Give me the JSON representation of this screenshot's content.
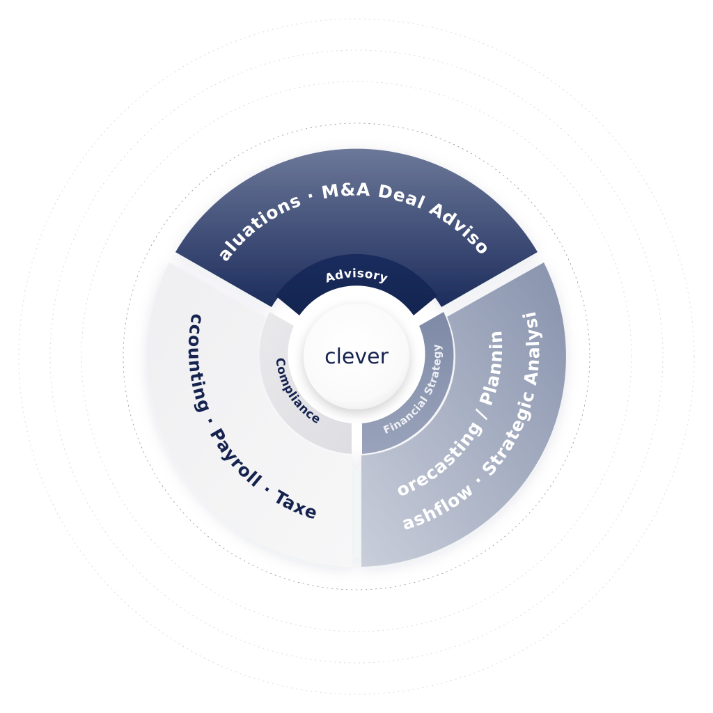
{
  "hub": {
    "label": "clever"
  },
  "outer_segments": [
    {
      "id": "advisory",
      "label": "Valuations · M&A Deal Advisory"
    },
    {
      "id": "strategy",
      "line1": "Forecasting / Planning",
      "line2": "Cashflow · Strategic Analysis"
    },
    {
      "id": "compliance",
      "label": "Accounting · Payroll · Taxes"
    }
  ],
  "inner_segments": [
    {
      "id": "advisory",
      "label": "Advisory"
    },
    {
      "id": "strategy",
      "label": "Financial Strategy"
    },
    {
      "id": "compliance",
      "label": "Compliance"
    }
  ],
  "colors": {
    "navy_dark": "#17295a",
    "navy_mid": "#3c4e7c",
    "slate_light": "#c4cad8",
    "slate_dark": "#8a94ae",
    "gray_light": "#f3f3f4",
    "gray_mid": "#e6e6e8",
    "text_dark": "#16234f",
    "text_light": "#ffffff"
  }
}
